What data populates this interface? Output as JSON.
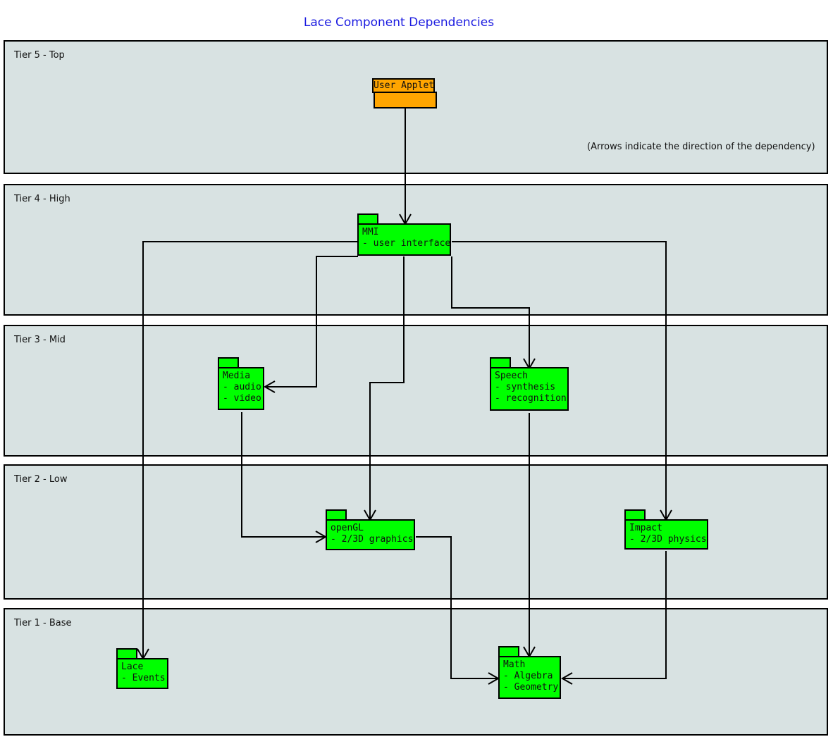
{
  "title": "Lace Component Dependencies",
  "note": "(Arrows indicate the direction of the dependency)",
  "tiers": [
    {
      "label": "Tier 5 - Top"
    },
    {
      "label": "Tier 4 - High"
    },
    {
      "label": "Tier 3 - Mid"
    },
    {
      "label": "Tier 2 - Low"
    },
    {
      "label": "Tier 1 - Base"
    }
  ],
  "components": {
    "user_applet": {
      "title": "User Applet"
    },
    "mmi": {
      "title": "MMI",
      "lines": [
        "- user interface"
      ]
    },
    "media": {
      "title": "Media",
      "lines": [
        "- audio",
        "- video"
      ]
    },
    "speech": {
      "title": "Speech",
      "lines": [
        "- synthesis",
        "- recognition"
      ]
    },
    "opengl": {
      "title": "openGL",
      "lines": [
        "- 2/3D graphics"
      ]
    },
    "impact": {
      "title": "Impact",
      "lines": [
        "- 2/3D physics"
      ]
    },
    "lace": {
      "title": "Lace",
      "lines": [
        "- Events"
      ]
    },
    "math": {
      "title": "Math",
      "lines": [
        "- Algebra",
        "- Geometry"
      ]
    }
  },
  "edges": [
    {
      "from": "User Applet",
      "to": "MMI"
    },
    {
      "from": "MMI",
      "to": "Lace"
    },
    {
      "from": "MMI",
      "to": "Media"
    },
    {
      "from": "MMI",
      "to": "openGL"
    },
    {
      "from": "MMI",
      "to": "Speech"
    },
    {
      "from": "MMI",
      "to": "Impact"
    },
    {
      "from": "Media",
      "to": "openGL"
    },
    {
      "from": "Speech",
      "to": "Math"
    },
    {
      "from": "openGL",
      "to": "Math"
    },
    {
      "from": "Impact",
      "to": "Math"
    }
  ],
  "colors": {
    "component_green": "#00ff00",
    "applet_orange": "#ffa500",
    "tier_fill": "#d8e2e2",
    "title_blue": "#1b1be0"
  }
}
